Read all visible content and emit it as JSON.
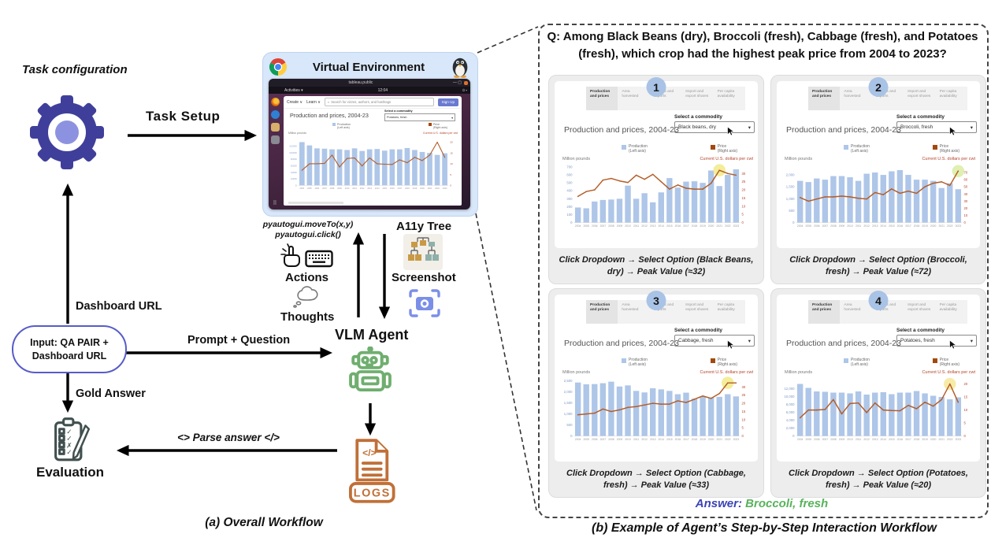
{
  "left": {
    "task_configuration_label": "Task configuration",
    "task_setup_label": "Task Setup",
    "virtual_environment": {
      "title": "Virtual Environment",
      "window_title": "tableau.public",
      "activities_label": "Activities ▾",
      "clock": "12:04",
      "status_icons": "⏻ ▾",
      "window_controls": "—  ▢",
      "browser": {
        "menu_create": "Create ∨",
        "menu_learn": "Learn ∨",
        "search_icon_glyph": "⌕",
        "search_placeholder": "Search for vizzes, authors, and hashtags",
        "signup_label": "Sign Up"
      }
    },
    "pyautogui_line1": "pyautogui.moveTo(x,y)",
    "pyautogui_line2": "pyautogui.click()",
    "actions_label": "Actions",
    "thoughts_label": "Thoughts",
    "a11y_tree_label": "A11y Tree",
    "screenshot_label": "Screenshot",
    "vlm_agent_label": "VLM Agent",
    "input_box": "Input: QA PAIR + Dashboard URL",
    "dashboard_url_label": "Dashboard URL",
    "prompt_question_label": "Prompt + Question",
    "gold_answer_label": "Gold Answer",
    "evaluation_label": "Evaluation",
    "parse_answer_label": "<>  Parse answer </>",
    "logs_label": "LOGS",
    "logs_code_glyph": "</>",
    "caption_a": "(a) Overall Workflow"
  },
  "right": {
    "question_line1": "Q: Among Black Beans (dry), Broccoli (fresh), Cabbage (fresh), and Potatoes",
    "question_line2": "(fresh), which crop had the highest peak price from 2004 to 2023?",
    "answer_label": "Answer:",
    "answer_value": "Broccoli, fresh",
    "caption_b": "(b) Example of Agent’s Step-by-Step Interaction Workflow",
    "panels": [
      {
        "number": "1",
        "dropdown_value": "Black beans, dry",
        "caption": "Click Dropdown →  Select Option (Black Beans, dry) →  Peak Value (≈32)"
      },
      {
        "number": "2",
        "dropdown_value": "Broccoli, fresh",
        "caption": "Click Dropdown →  Select Option (Broccoli, fresh) →  Peak Value (≈72)"
      },
      {
        "number": "3",
        "dropdown_value": "Cabbage, fresh",
        "caption": "Click Dropdown →  Select Option (Cabbage, fresh) →  Peak Value (≈33)"
      },
      {
        "number": "4",
        "dropdown_value": "Potatoes, fresh",
        "caption": "Click Dropdown →  Select Option (Potatoes, fresh) →  Peak Value (≈20)"
      }
    ]
  },
  "dashboard_common": {
    "tabs": [
      "Production and prices",
      "Area harvested",
      "Imports and exports",
      "Import and export shares",
      "Per capita availability"
    ],
    "title": "Production and prices, 2004-23",
    "select_label": "Select a commodity",
    "dropdown_caret": "▾",
    "legend_production_l1": "Production",
    "legend_production_l2": "(Left axis)",
    "legend_price_l1": "Price",
    "legend_price_l2": "(Right axis)",
    "left_axis_label": "Million pounds",
    "right_axis_label": "Current U.S. dollars per cwt",
    "ve_dropdown_value": "Potatoes, fresh",
    "colors": {
      "bar": "#aec6e8",
      "line": "#b35c26",
      "legend_price_square": "#a3490f",
      "right_axis_text": "#b5432a",
      "left_axis_text": "#7e99c4"
    }
  },
  "chart_data": [
    {
      "type": "bar-line",
      "panel": 1,
      "commodity": "Black beans, dry",
      "title": "Production and prices, 2004-23",
      "x": [
        "2004",
        "2005",
        "2006",
        "2007",
        "2008",
        "2009",
        "2010",
        "2011",
        "2012",
        "2013",
        "2014",
        "2015",
        "2016",
        "2017",
        "2018",
        "2019",
        "2020",
        "2021",
        "2022",
        "2023"
      ],
      "bars": {
        "name": "Production (Left axis)",
        "axis": "left",
        "values": [
          190,
          180,
          265,
          285,
          290,
          300,
          465,
          300,
          370,
          255,
          380,
          560,
          440,
          515,
          520,
          500,
          655,
          460,
          600,
          670
        ]
      },
      "line": {
        "name": "Price (Right axis)",
        "axis": "right",
        "values": [
          16,
          19,
          20,
          26,
          27,
          25.5,
          24.5,
          29,
          26.5,
          29.5,
          25,
          20.5,
          23,
          21,
          20.5,
          20.5,
          24,
          32,
          30,
          29
        ]
      },
      "left_axis": {
        "label": "Million pounds",
        "ticks": [
          0,
          100,
          200,
          300,
          400,
          500,
          600,
          700
        ],
        "max": 720
      },
      "right_axis": {
        "label": "Current U.S. dollars per cwt",
        "ticks": [
          0,
          5,
          10,
          15,
          20,
          25,
          30
        ],
        "max": 35
      },
      "peak": {
        "year": "2021",
        "value": "≈32"
      },
      "highlight": "#f3eb8e"
    },
    {
      "type": "bar-line",
      "panel": 2,
      "commodity": "Broccoli, fresh",
      "title": "Production and prices, 2004-23",
      "x": [
        "2004",
        "2005",
        "2006",
        "2007",
        "2008",
        "2009",
        "2010",
        "2011",
        "2012",
        "2013",
        "2014",
        "2015",
        "2016",
        "2017",
        "2018",
        "2019",
        "2020",
        "2021",
        "2022",
        "2023"
      ],
      "bars": {
        "name": "Production (Left axis)",
        "axis": "left",
        "values": [
          1750,
          1700,
          1850,
          1800,
          1950,
          1950,
          1900,
          1750,
          2050,
          2100,
          2000,
          2150,
          2200,
          2000,
          1800,
          1800,
          1750,
          1450,
          1650,
          1400
        ]
      },
      "line": {
        "name": "Price (Right axis)",
        "axis": "right",
        "values": [
          35,
          30,
          33,
          36,
          36,
          37,
          36,
          34,
          33,
          42,
          39,
          47,
          41,
          44,
          41,
          50,
          55,
          57,
          52,
          72
        ]
      },
      "left_axis": {
        "label": "Million pounds",
        "ticks": [
          0,
          500,
          1000,
          1500,
          2000
        ],
        "max": 2400
      },
      "right_axis": {
        "label": "Current U.S. dollars per cwt",
        "ticks": [
          0,
          10,
          20,
          30,
          40,
          50,
          60,
          70
        ],
        "max": 80
      },
      "peak": {
        "year": "2023",
        "value": "≈72"
      },
      "highlight": "#ddedaa"
    },
    {
      "type": "bar-line",
      "panel": 3,
      "commodity": "Cabbage, fresh",
      "title": "Production and prices, 2004-23",
      "x": [
        "2004",
        "2005",
        "2006",
        "2007",
        "2008",
        "2009",
        "2010",
        "2011",
        "2012",
        "2013",
        "2014",
        "2015",
        "2016",
        "2017",
        "2018",
        "2019",
        "2020",
        "2021",
        "2022",
        "2023"
      ],
      "bars": {
        "name": "Production (Left axis)",
        "axis": "left",
        "values": [
          2430,
          2350,
          2360,
          2400,
          2470,
          2250,
          2300,
          2050,
          1980,
          2170,
          2120,
          2050,
          1900,
          1970,
          1700,
          1800,
          1750,
          1780,
          1900,
          1800
        ]
      },
      "line": {
        "name": "Price (Right axis)",
        "axis": "right",
        "values": [
          13,
          13.5,
          14,
          16.5,
          15,
          16,
          17.5,
          18,
          19,
          20,
          19.5,
          19.5,
          21.5,
          20.5,
          22.5,
          24.5,
          23,
          26,
          32.5,
          32.5
        ]
      },
      "left_axis": {
        "label": "Million pounds",
        "ticks": [
          0,
          500,
          1000,
          1500,
          2000,
          2500
        ],
        "max": 2600
      },
      "right_axis": {
        "label": "Current U.S. dollars per cwt",
        "ticks": [
          0,
          5,
          10,
          15,
          20,
          25,
          30
        ],
        "max": 35
      },
      "peak": {
        "year": "2022",
        "value": "≈33"
      },
      "highlight": "#f3eb8e"
    },
    {
      "type": "bar-line",
      "panel": 4,
      "commodity": "Potatoes, fresh",
      "title": "Production and prices, 2004-23",
      "x": [
        "2004",
        "2005",
        "2006",
        "2007",
        "2008",
        "2009",
        "2010",
        "2011",
        "2012",
        "2013",
        "2014",
        "2015",
        "2016",
        "2017",
        "2018",
        "2019",
        "2020",
        "2021",
        "2022",
        "2023"
      ],
      "bars": {
        "name": "Production (Left axis)",
        "axis": "left",
        "values": [
          13200,
          12200,
          11300,
          11200,
          11000,
          11000,
          10800,
          11300,
          10500,
          11000,
          11100,
          10600,
          11000,
          11000,
          11400,
          10800,
          10200,
          9900,
          9300,
          9800
        ]
      },
      "line": {
        "name": "Price (Right axis)",
        "axis": "right",
        "values": [
          7,
          10,
          10,
          10.2,
          14,
          8.5,
          12.5,
          12.7,
          9,
          12.7,
          10,
          9.8,
          9.7,
          11.8,
          10.5,
          13,
          11.5,
          14,
          20,
          13
        ]
      },
      "left_axis": {
        "label": "Million pounds",
        "ticks": [
          0,
          2000,
          4000,
          6000,
          8000,
          10000,
          12000
        ],
        "max": 14500
      },
      "right_axis": {
        "label": "Current U.S. dollars per cwt",
        "ticks": [
          0,
          5,
          10,
          15,
          20
        ],
        "max": 22
      },
      "peak": {
        "year": "2022",
        "value": "≈20"
      },
      "highlight": "#f6e99f"
    }
  ]
}
